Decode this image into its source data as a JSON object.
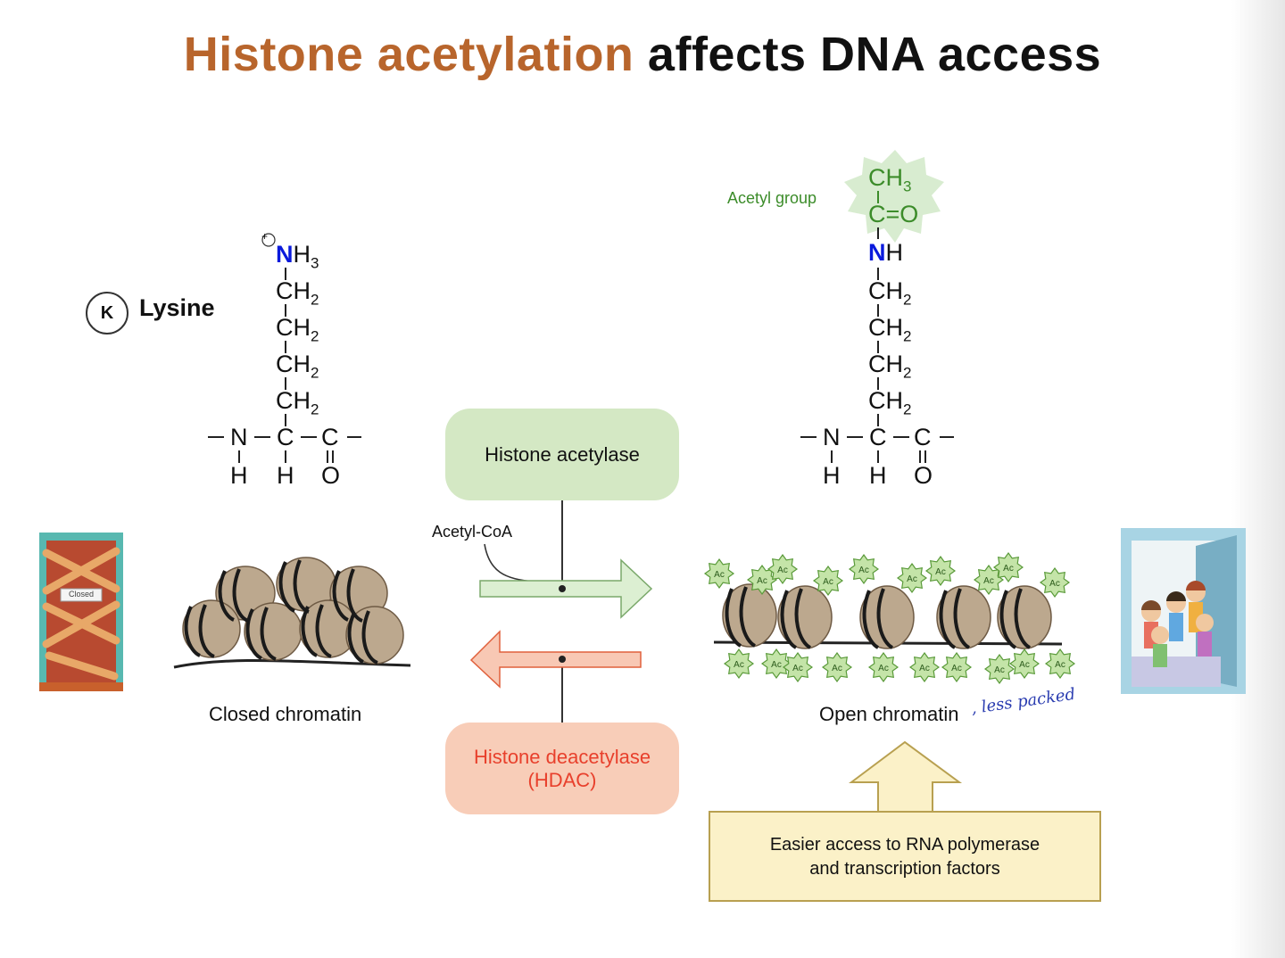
{
  "title": {
    "highlight": "Histone acetylation",
    "rest": " affects DNA access"
  },
  "lysine": {
    "letter": "K",
    "label": "Lysine",
    "n_plus": "N",
    "h3": "H",
    "h3_sub": "3",
    "ch2": "CH",
    "ch2_sub": "2",
    "backbone_n": "N",
    "backbone_c1": "C",
    "backbone_c2": "C",
    "h": "H",
    "o": "O",
    "plus": "+"
  },
  "acetyl": {
    "label": "Acetyl group",
    "ch3": "CH",
    "ch3_sub": "3",
    "co": "C=O",
    "nh_n": "N",
    "nh_h": "H"
  },
  "enzymes": {
    "acetylase": "Histone acetylase",
    "deacetylase_line1": "Histone deacetylase",
    "deacetylase_line2": "(HDAC)",
    "cofactor": "Acetyl-CoA"
  },
  "chromatin": {
    "closed": "Closed chromatin",
    "open": "Open chromatin",
    "handwritten_note": ", less packed",
    "ac_tag": "Ac",
    "door_sign": "Closed"
  },
  "access_box": {
    "line1": "Easier access to RNA polymerase",
    "line2": "and transcription factors"
  },
  "colors": {
    "title_highlight": "#b8652c",
    "acetyl_green": "#3c8c2a",
    "nitrogen_blue": "#0a1adc",
    "acetylase_fill": "#d4e8c4",
    "deacetylase_fill": "#f8cdb8",
    "deacetylase_text": "#e8402c",
    "access_fill": "#fbf1c8",
    "nucleosome": "#b8a48c"
  }
}
